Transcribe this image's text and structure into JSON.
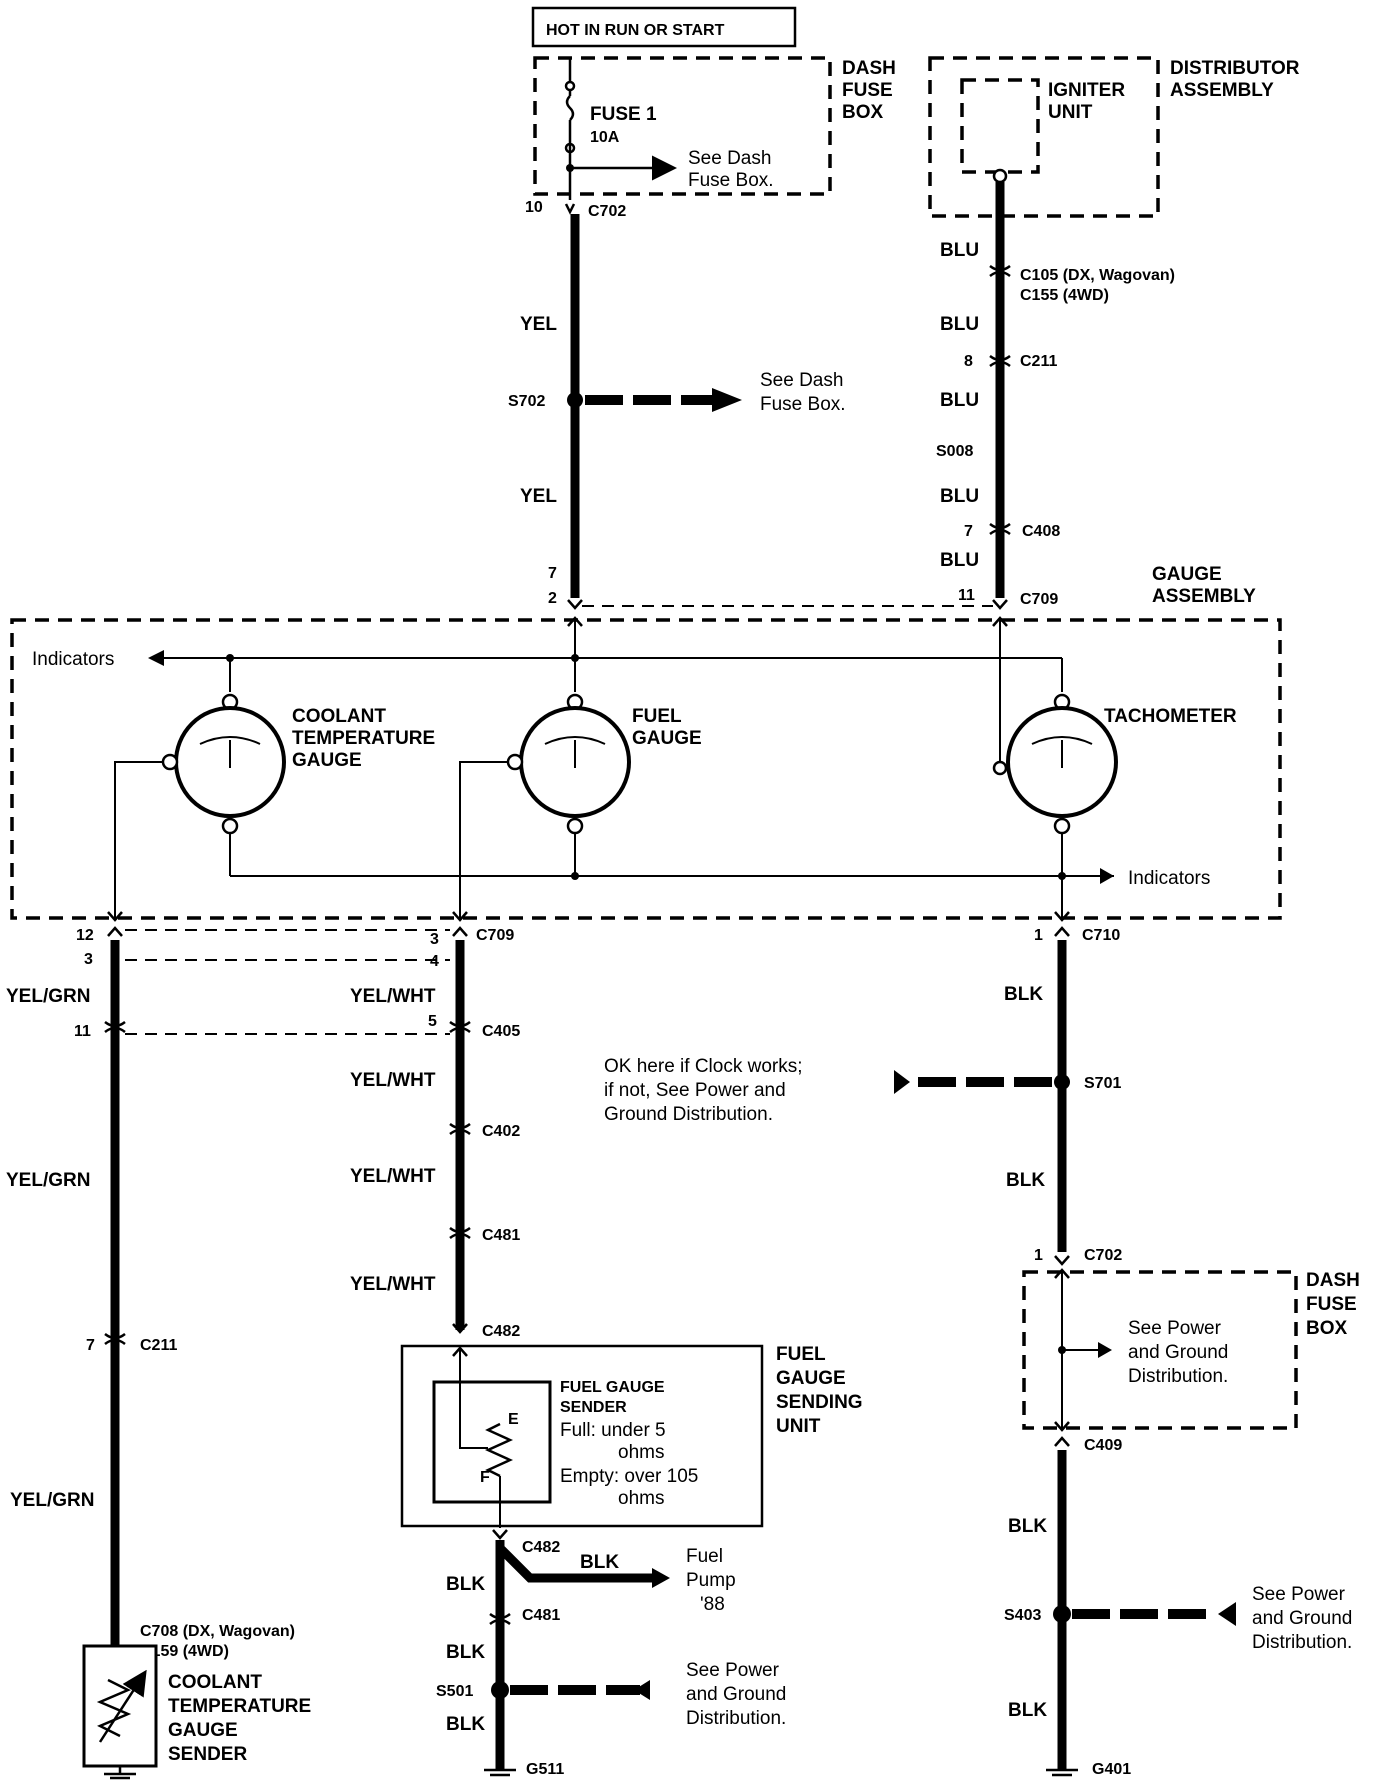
{
  "diagram": {
    "power_label": "HOT IN RUN OR START",
    "dash_fuse_box_label": [
      "DASH",
      "FUSE",
      "BOX"
    ],
    "fuse": {
      "name": "FUSE 1",
      "rating": "10A"
    },
    "see_dash_fuse_box": [
      "See Dash",
      "Fuse Box."
    ],
    "distributor_assembly": [
      "DISTRIBUTOR",
      "ASSEMBLY"
    ],
    "igniter_unit": [
      "IGNITER",
      "UNIT"
    ],
    "gauge_assembly": [
      "GAUGE",
      "ASSEMBLY"
    ],
    "indicators": "Indicators",
    "gauges": {
      "coolant": [
        "COOLANT",
        "TEMPERATURE",
        "GAUGE"
      ],
      "fuel": [
        "FUEL",
        "GAUGE"
      ],
      "tach": "TACHOMETER"
    },
    "wires": {
      "yel": "YEL",
      "blu": "BLU",
      "blk": "BLK",
      "yel_grn": "YEL/GRN",
      "yel_wht": "YEL/WHT"
    },
    "connectors": {
      "c702": "C702",
      "s702": "S702",
      "c105": "C105 (DX, Wagovan)",
      "c155": "C155 (4WD)",
      "c211": "C211",
      "s008": "S008",
      "c408": "C408",
      "c709": "C709",
      "c710": "C710",
      "c405": "C405",
      "c402": "C402",
      "c481": "C481",
      "c482": "C482",
      "s701": "S701",
      "c409": "C409",
      "s403": "S403",
      "s501": "S501",
      "g511": "G511",
      "g401": "G401",
      "c708": "C708 (DX, Wagovan)",
      "c159": "C159 (4WD)"
    },
    "pins": {
      "p10": "10",
      "p8": "8",
      "p7": "7",
      "p2": "2",
      "p11": "11",
      "p12": "12",
      "p3": "3",
      "p4": "4",
      "p5": "5",
      "p1": "1"
    },
    "clock_note": [
      "OK here if Clock works;",
      "if not, See Power and",
      "Ground Distribution."
    ],
    "see_power_ground": [
      "See Power",
      "and Ground",
      "Distribution."
    ],
    "fuel_sending_unit": [
      "FUEL",
      "GAUGE",
      "SENDING",
      "UNIT"
    ],
    "fuel_sender": {
      "title": [
        "FUEL GAUGE",
        "SENDER"
      ],
      "full": "Full: under 5",
      "full2": "ohms",
      "empty": "Empty: over 105",
      "empty2": "ohms",
      "e": "E",
      "f": "F"
    },
    "fuel_pump": [
      "Fuel",
      "Pump",
      "'88"
    ],
    "coolant_sender": [
      "COOLANT",
      "TEMPERATURE",
      "GAUGE",
      "SENDER"
    ]
  }
}
